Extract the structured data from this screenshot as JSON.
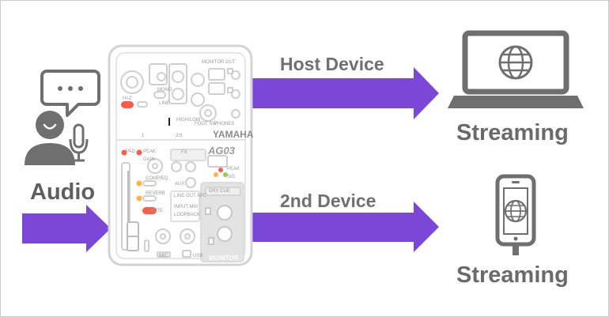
{
  "labels": {
    "audio": "Audio",
    "host_device": "Host Device",
    "second_device": "2nd Device",
    "streaming_host": "Streaming",
    "streaming_second": "Streaming"
  },
  "mixer": {
    "brand": "YAMAHA",
    "model": "AG03",
    "monitor": "MONITOR",
    "monitor_out": "MONITOR OUT",
    "phones": "PHONES",
    "foot_sw": "FOOT SW",
    "mono": "MONO",
    "line": "LINE",
    "hi_z": "HI-Z",
    "gain": "GAIN",
    "pad": "PAD",
    "compeq": "COMP/EQ",
    "reverb": "REVERB",
    "mute": "MUTE",
    "fx": "FX",
    "aux": "AUX",
    "peak": "PEAK",
    "sig": "SIG",
    "usb": "USB",
    "ch1": "1",
    "ch23": "2/3",
    "mic": "MIC",
    "line_out": "LINE OUT APC",
    "input_mix": "INPUT MIX",
    "loopback": "LOOPBACK",
    "dry_cue": "DRY CUE",
    "high_low": "HIGH/LOW"
  },
  "colors": {
    "arrow": "#7a47d6",
    "icon_gray": "#6f6f6f",
    "label_gray": "#6b6b6b",
    "mixer_outline": "#cfcfcf",
    "led_red": "#ff5b4a",
    "led_orange": "#ffb347",
    "led_green": "#8fd14f"
  },
  "icons": [
    "speech-bubble-icon",
    "user-icon",
    "microphone-icon",
    "laptop-icon",
    "globe-icon",
    "smartphone-icon"
  ]
}
